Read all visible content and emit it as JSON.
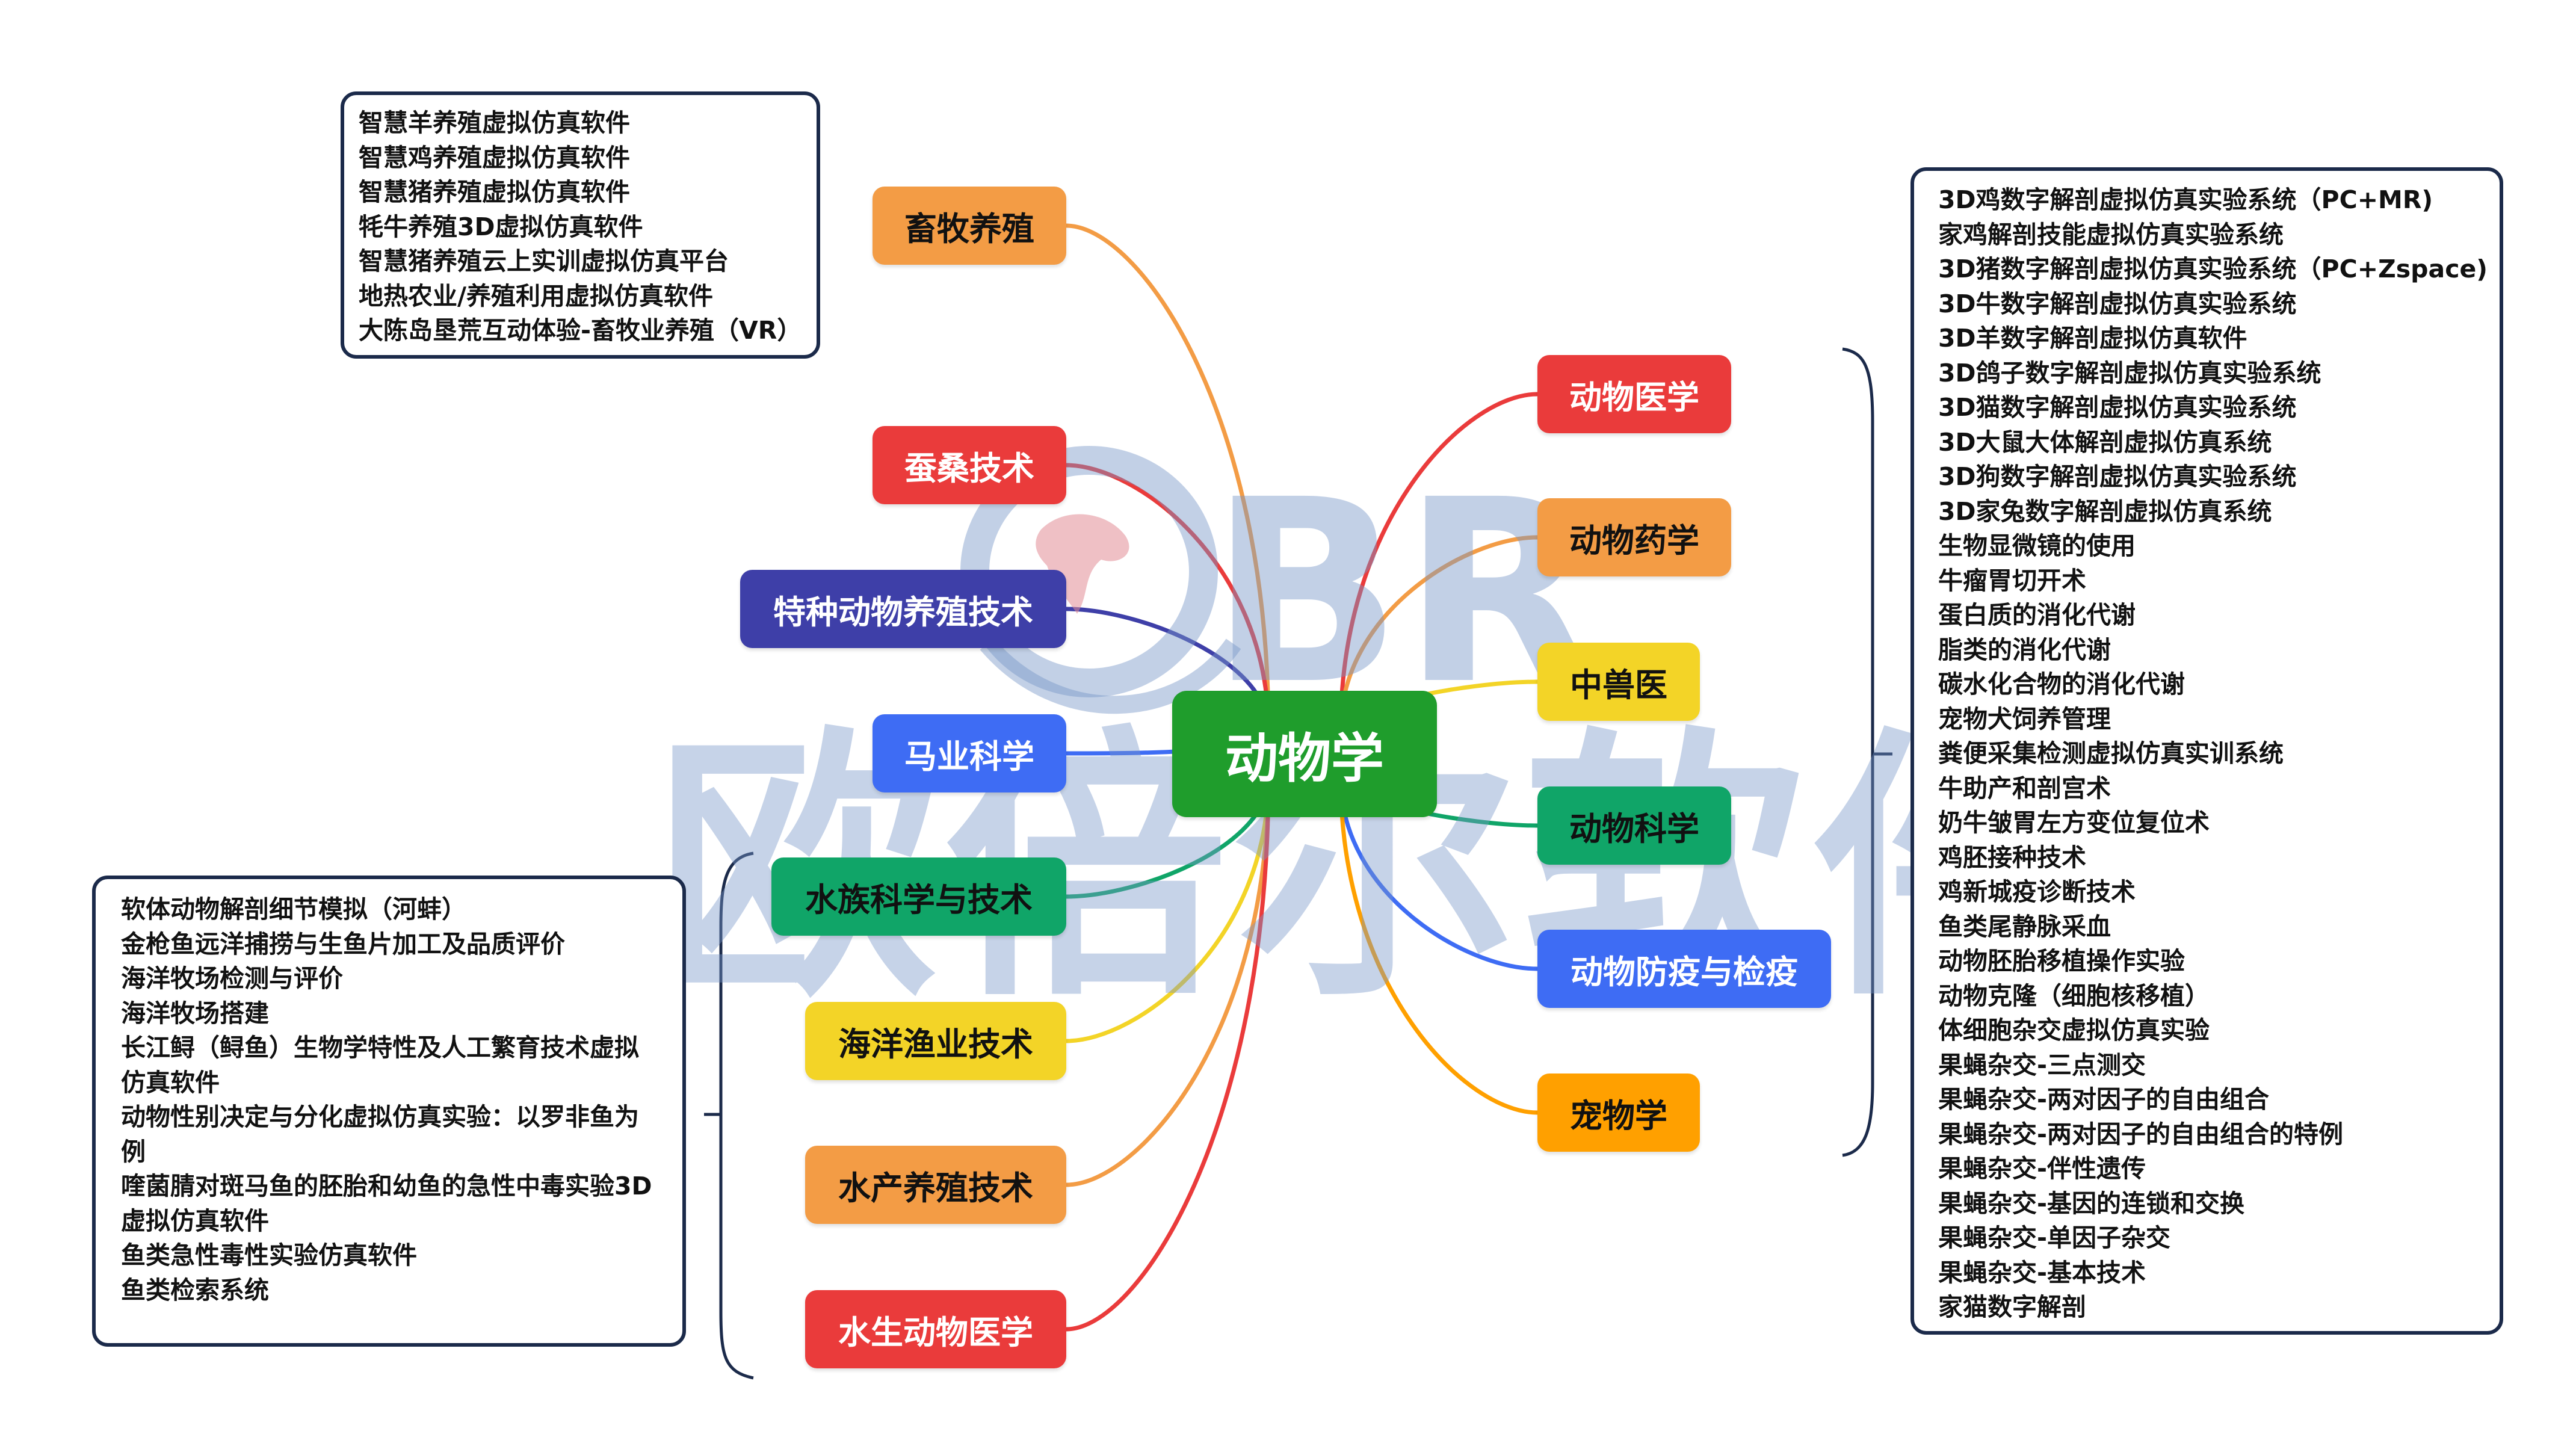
{
  "center": {
    "label": "动物学",
    "color": "#1f9d2c"
  },
  "left_branches": [
    {
      "label": "畜牧养殖",
      "color": "#f39c45",
      "text_color": "#111111"
    },
    {
      "label": "蚕桑技术",
      "color": "#ea3b3b",
      "text_color": "#ffffff"
    },
    {
      "label": "特种动物养殖技术",
      "color": "#3e3fa8",
      "text_color": "#ffffff"
    },
    {
      "label": "马业科学",
      "color": "#3e6cf4",
      "text_color": "#ffffff"
    },
    {
      "label": "水族科学与技术",
      "color": "#10a568",
      "text_color": "#111111"
    },
    {
      "label": "海洋渔业技术",
      "color": "#f3d427",
      "text_color": "#111111"
    },
    {
      "label": "水产养殖技术",
      "color": "#f39c45",
      "text_color": "#111111"
    },
    {
      "label": "水生动物医学",
      "color": "#ea3b3b",
      "text_color": "#ffffff"
    }
  ],
  "right_branches": [
    {
      "label": "动物医学",
      "color": "#ea3b3b",
      "text_color": "#ffffff"
    },
    {
      "label": "动物药学",
      "color": "#f39c45",
      "text_color": "#111111"
    },
    {
      "label": "中兽医",
      "color": "#f3d427",
      "text_color": "#111111"
    },
    {
      "label": "动物科学",
      "color": "#10a568",
      "text_color": "#111111"
    },
    {
      "label": "动物防疫与检疫",
      "color": "#3e6cf4",
      "text_color": "#ffffff"
    },
    {
      "label": "宠物学",
      "color": "#ffa000",
      "text_color": "#111111"
    }
  ],
  "livestock_list": [
    "智慧羊养殖虚拟仿真软件",
    "智慧鸡养殖虚拟仿真软件",
    "智慧猪养殖虚拟仿真软件",
    "牦牛养殖3D虚拟仿真软件",
    "智慧猪养殖云上实训虚拟仿真平台",
    "地热农业/养殖利用虚拟仿真软件",
    "大陈岛垦荒互动体验-畜牧业养殖（VR）"
  ],
  "aquatic_list": [
    "软体动物解剖细节模拟（河蚌）",
    "金枪鱼远洋捕捞与生鱼片加工及品质评价",
    "海洋牧场检测与评价",
    "海洋牧场搭建",
    "长江鲟（鲟鱼）生物学特性及人工繁育技术虚拟",
    "仿真软件",
    "动物性别决定与分化虚拟仿真实验：以罗非鱼为",
    "例",
    "喹菌腈对斑马鱼的胚胎和幼鱼的急性中毒实验3D",
    "虚拟仿真软件",
    "鱼类急性毒性实验仿真软件",
    "鱼类检索系统"
  ],
  "vet_list": [
    "3D鸡数字解剖虚拟仿真实验系统（PC+MR)",
    "家鸡解剖技能虚拟仿真实验系统",
    "3D猪数字解剖虚拟仿真实验系统（PC+Zspace)",
    "3D牛数字解剖虚拟仿真实验系统",
    "3D羊数字解剖虚拟仿真软件",
    "3D鸽子数字解剖虚拟仿真实验系统",
    "3D猫数字解剖虚拟仿真实验系统",
    "3D大鼠大体解剖虚拟仿真系统",
    "3D狗数字解剖虚拟仿真实验系统",
    "3D家兔数字解剖虚拟仿真系统",
    "生物显微镜的使用",
    "牛瘤胃切开术",
    "蛋白质的消化代谢",
    "脂类的消化代谢",
    "碳水化合物的消化代谢",
    "宠物犬饲养管理",
    "粪便采集检测虚拟仿真实训系统",
    "牛助产和剖宫术",
    "奶牛皱胃左方变位复位术",
    "鸡胚接种技术",
    "鸡新城疫诊断技术",
    "鱼类尾静脉采血",
    "动物胚胎移植操作实验",
    "动物克隆（细胞核移植）",
    "体细胞杂交虚拟仿真实验",
    "果蝇杂交-三点测交",
    "果蝇杂交-两对因子的自由组合",
    "果蝇杂交-两对因子的自由组合的特例",
    "果蝇杂交-伴性遗传",
    "果蝇杂交-基因的连锁和交换",
    "果蝇杂交-单因子杂交",
    "果蝇杂交-基本技术",
    "家猫数字解剖"
  ],
  "watermark": {
    "text": "欧倍尔软件",
    "logo_letters": "BR"
  },
  "colors": {
    "box_border": "#1b2a4a"
  }
}
